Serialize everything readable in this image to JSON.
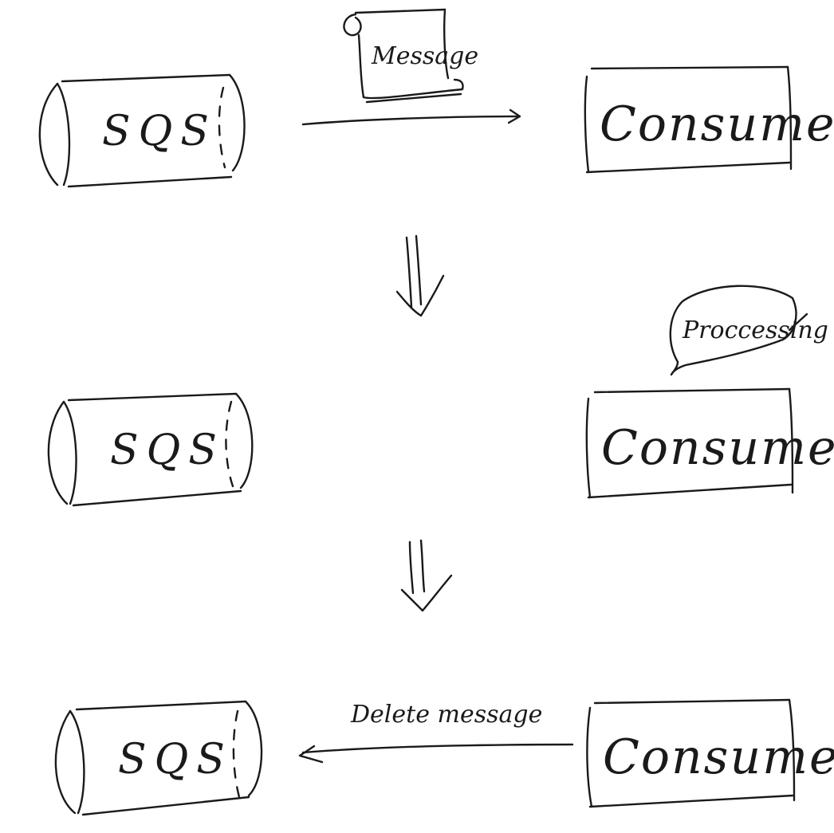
{
  "steps": [
    {
      "queue_label": "SQS",
      "consumer_label": "Consumer",
      "message_label": "Message"
    },
    {
      "queue_label": "SQS",
      "consumer_label": "Consumer",
      "bubble_label": "Proccessing"
    },
    {
      "queue_label": "SQS",
      "consumer_label": "Consumer",
      "arrow_label": "Delete message"
    }
  ]
}
